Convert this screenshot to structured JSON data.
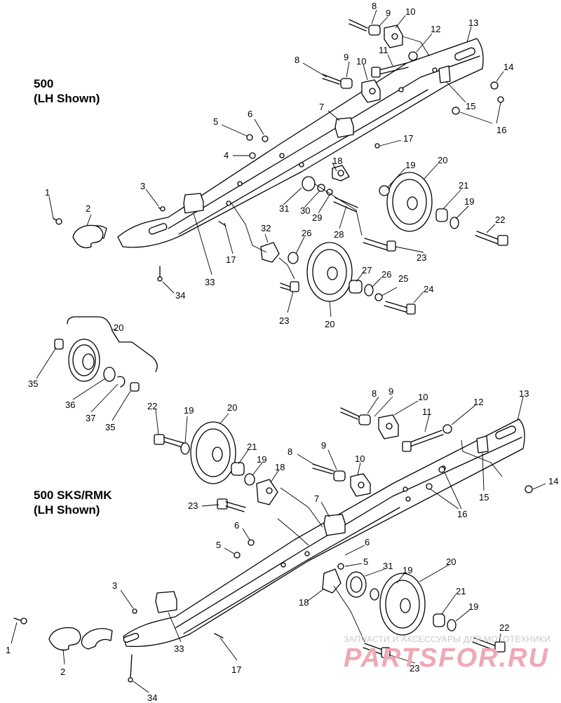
{
  "headings": {
    "upper": [
      "500",
      "(LH Shown)"
    ],
    "lower": [
      "500 SKS/RMK",
      "(LH Shown)"
    ]
  },
  "watermark": {
    "line1": "ЗАПЧАСТИ И АКСЕССУАРЫ ДЛЯ МОТОТЕХНИКИ",
    "brand": "PARTSFOR.RU"
  },
  "callouts_upper": [
    "8",
    "9",
    "10",
    "13",
    "12",
    "11",
    "8",
    "9",
    "10",
    "14",
    "15",
    "16",
    "7",
    "5",
    "6",
    "4",
    "17",
    "18",
    "19",
    "20",
    "1",
    "3",
    "2",
    "31",
    "30",
    "29",
    "21",
    "19",
    "22",
    "28",
    "32",
    "26",
    "17",
    "33",
    "27",
    "26",
    "25",
    "24",
    "34",
    "23",
    "23",
    "20"
  ],
  "callouts_lower": [
    "20",
    "35",
    "36",
    "37",
    "35",
    "22",
    "19",
    "20",
    "21",
    "19",
    "8",
    "9",
    "10",
    "11",
    "12",
    "13",
    "8",
    "9",
    "10",
    "18",
    "23",
    "7",
    "14",
    "15",
    "16",
    "6",
    "5",
    "6",
    "5",
    "20",
    "31",
    "19",
    "3",
    "18",
    "21",
    "19",
    "1",
    "33",
    "17",
    "22",
    "2",
    "23",
    "34"
  ]
}
